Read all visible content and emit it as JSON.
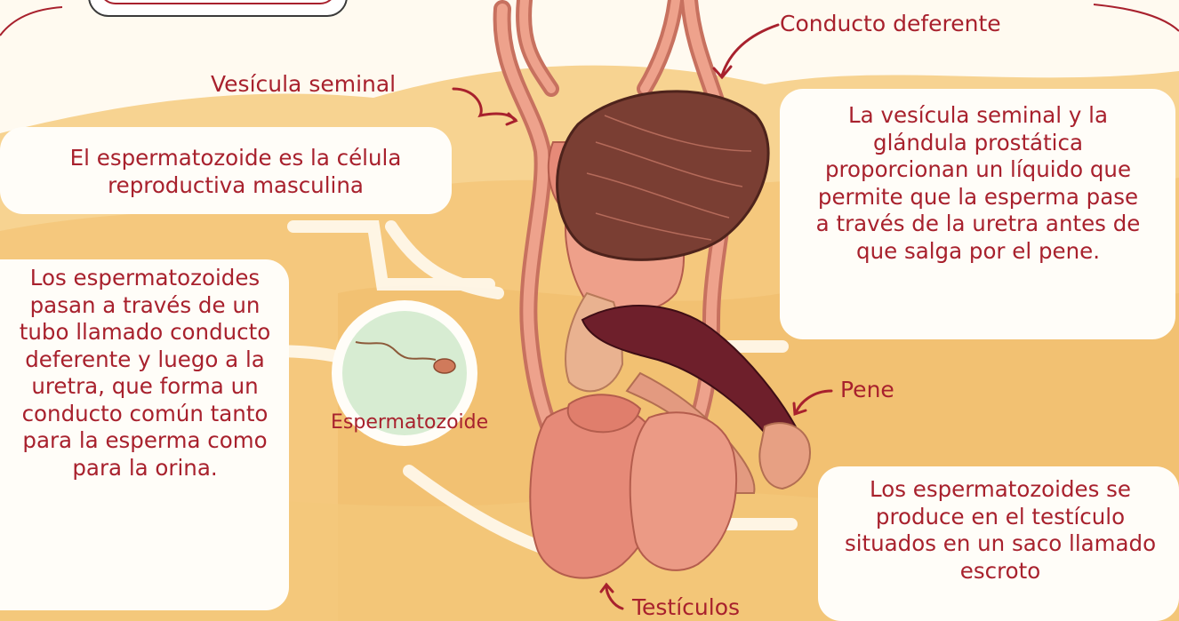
{
  "labels": {
    "conducto_deferente": "Conducto deferente",
    "vesicula_seminal": "Vesícula seminal",
    "pene": "Pene",
    "testiculos": "Testículos",
    "espermatozoide": "Espermatozoide"
  },
  "boxes": {
    "sperm_cell": "El espermatozoide es la célula reproductiva masculina",
    "sperm_path": "Los espermatozoides pasan a través de un tubo llamado conducto deferente y luego a la uretra, que forma un conducto común tanto para la esperma como para la orina.",
    "seminal_fluid": "La vesícula seminal y la glándula prostática proporcionan un líquido que permite que la esperma pase a través de la uretra antes de que salga por el pene.",
    "testicle_production": "Los espermatozoides se produce en el testículo situados en un saco llamado escroto"
  },
  "colors": {
    "label_red": "#a8212d",
    "wash_yellow": "#f6c97a",
    "box_white": "#fffdf8",
    "organ_pink": "#e6967f",
    "bladder_brown": "#7a3e33",
    "penis_maroon": "#6e1f2b"
  }
}
